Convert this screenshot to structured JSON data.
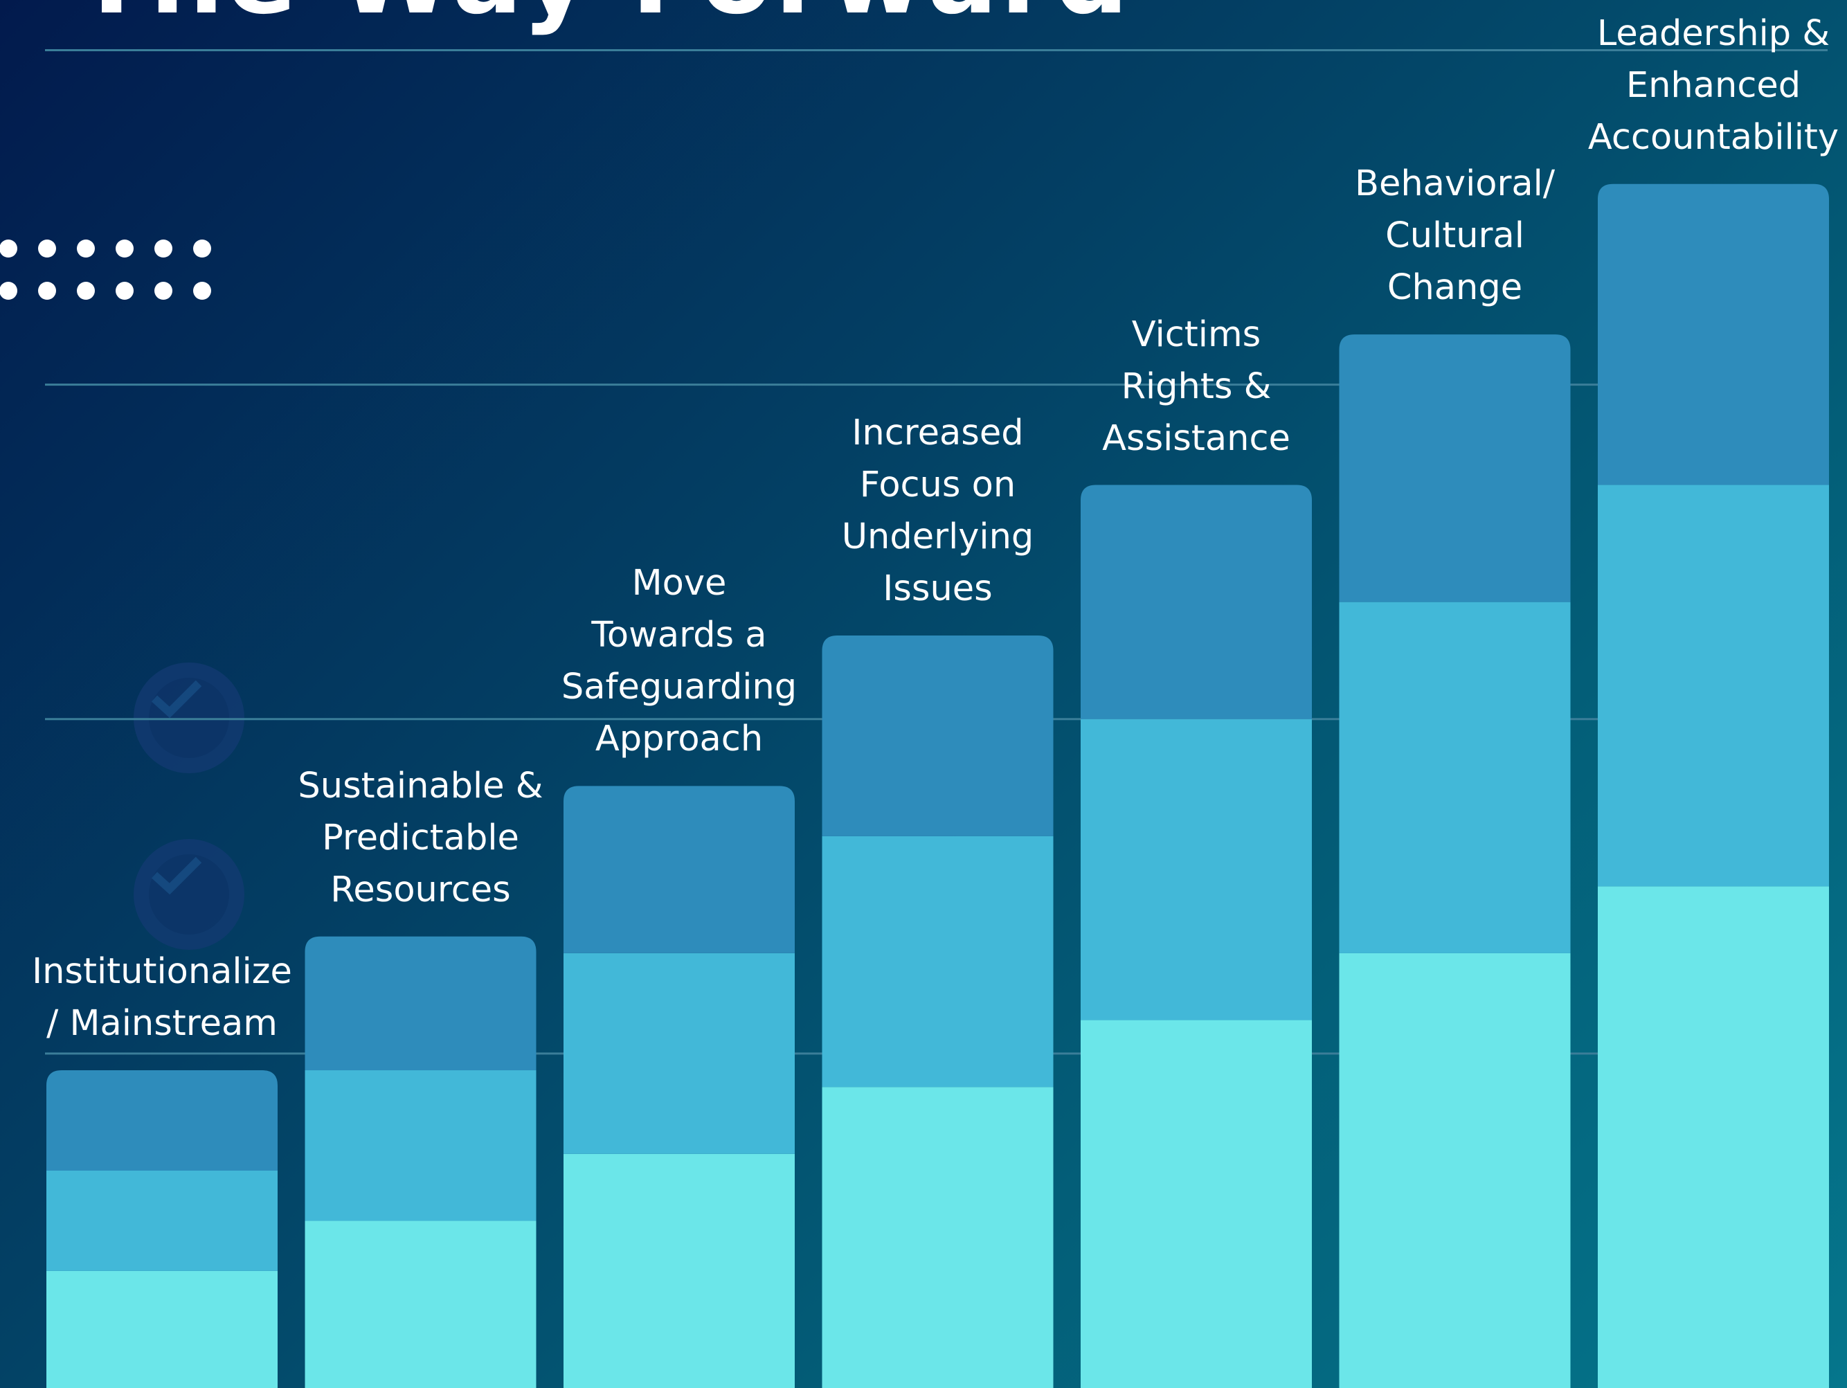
{
  "title": "The Way Forward",
  "decor": {
    "dots_icon": "dot-grid-icon",
    "check_icons": [
      "check-circle-icon",
      "check-circle-icon"
    ]
  },
  "colors": {
    "segment_bottom": "#6be6e9",
    "segment_middle": "#42b8d8",
    "segment_top": "#2e8cbb",
    "gridline": "#3b7e99",
    "label": "#ffffff"
  },
  "chart_data": {
    "type": "bar",
    "stacked": true,
    "categories": [
      "Institutionalize\n/ Mainstream",
      "Sustainable &\nPredictable\nResources",
      "Move\nTowards a\nSafeguarding\nApproach",
      "Increased\nFocus on\nUnderlying\nIssues",
      "Victims\nRights &\nAssistance",
      "Behavioral/\nCultural\nChange",
      "Leadership &\nEnhanced\nAccountability"
    ],
    "series": [
      {
        "values": [
          0.7,
          1.0,
          1.4,
          1.8,
          2.2,
          2.6,
          3.0
        ]
      },
      {
        "values": [
          0.6,
          0.9,
          1.2,
          1.5,
          1.8,
          2.1,
          2.4
        ]
      },
      {
        "values": [
          0.6,
          0.8,
          1.0,
          1.2,
          1.4,
          1.6,
          1.8
        ]
      }
    ],
    "ylim": [
      0,
      8.3
    ],
    "grid": true,
    "gridlines": [
      2.0,
      4.0,
      6.0,
      8.0
    ],
    "legend": "none",
    "xlabel": "",
    "ylabel": ""
  }
}
